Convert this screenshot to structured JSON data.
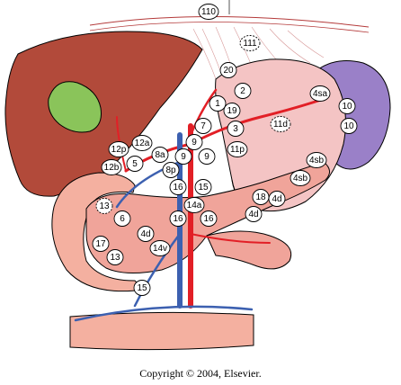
{
  "copyright": "Copyright © 2004, Elsevier.",
  "colors": {
    "liver": "#b24a3a",
    "gallbladder": "#8ac45a",
    "stomach": "#f4c4c4",
    "spleen": "#9a80c8",
    "pancreas": "#f0a49a",
    "duodenum": "#f4b0a0",
    "artery": "#e21f26",
    "vein": "#3c60b0",
    "node": "#ffffff"
  },
  "nodes": [
    {
      "id": "n110",
      "label": "110",
      "dashed": false
    },
    {
      "id": "n111",
      "label": "111",
      "dashed": true
    },
    {
      "id": "n20",
      "label": "20",
      "dashed": false
    },
    {
      "id": "n2",
      "label": "2",
      "dashed": false
    },
    {
      "id": "n1",
      "label": "1",
      "dashed": false
    },
    {
      "id": "n19",
      "label": "19",
      "dashed": false
    },
    {
      "id": "n3",
      "label": "3",
      "dashed": false
    },
    {
      "id": "n7",
      "label": "7",
      "dashed": false
    },
    {
      "id": "n11d",
      "label": "11d",
      "dashed": true
    },
    {
      "id": "n4sa",
      "label": "4sa",
      "dashed": false
    },
    {
      "id": "n10a",
      "label": "10",
      "dashed": false
    },
    {
      "id": "n10b",
      "label": "10",
      "dashed": false
    },
    {
      "id": "n12a",
      "label": "12a",
      "dashed": false
    },
    {
      "id": "n12p",
      "label": "12p",
      "dashed": false
    },
    {
      "id": "n5",
      "label": "5",
      "dashed": false
    },
    {
      "id": "n8a",
      "label": "8a",
      "dashed": false
    },
    {
      "id": "n9a",
      "label": "9",
      "dashed": false
    },
    {
      "id": "n9b",
      "label": "9",
      "dashed": false
    },
    {
      "id": "n9c",
      "label": "9",
      "dashed": false
    },
    {
      "id": "n11p",
      "label": "11p",
      "dashed": false
    },
    {
      "id": "n12b",
      "label": "12b",
      "dashed": false
    },
    {
      "id": "n8p",
      "label": "8p",
      "dashed": false
    },
    {
      "id": "n4sb1",
      "label": "4sb",
      "dashed": false
    },
    {
      "id": "n4sb2",
      "label": "4sb",
      "dashed": false
    },
    {
      "id": "n16a",
      "label": "16",
      "dashed": false
    },
    {
      "id": "n15a",
      "label": "15",
      "dashed": false
    },
    {
      "id": "n13a",
      "label": "13",
      "dashed": true
    },
    {
      "id": "n18",
      "label": "18",
      "dashed": false
    },
    {
      "id": "n4d1",
      "label": "4d",
      "dashed": false
    },
    {
      "id": "n6",
      "label": "6",
      "dashed": false
    },
    {
      "id": "n14a",
      "label": "14a",
      "dashed": false
    },
    {
      "id": "n4d2",
      "label": "4d",
      "dashed": false
    },
    {
      "id": "n16b",
      "label": "16",
      "dashed": false
    },
    {
      "id": "n16c",
      "label": "16",
      "dashed": false
    },
    {
      "id": "n4d3",
      "label": "4d",
      "dashed": false
    },
    {
      "id": "n17",
      "label": "17",
      "dashed": false
    },
    {
      "id": "n14v",
      "label": "14v",
      "dashed": false
    },
    {
      "id": "n13b",
      "label": "13",
      "dashed": false
    },
    {
      "id": "n15b",
      "label": "15",
      "dashed": false
    }
  ]
}
